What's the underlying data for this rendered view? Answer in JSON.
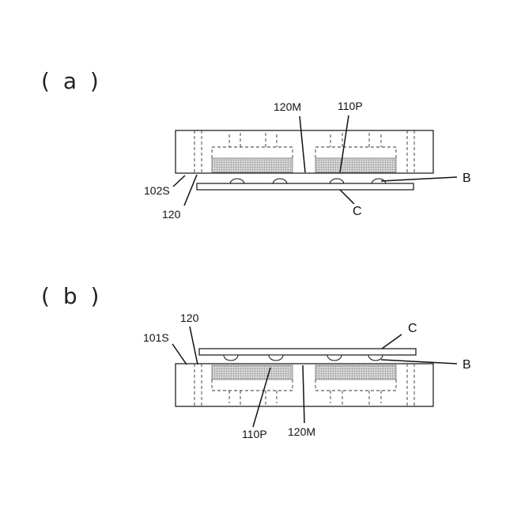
{
  "figure": {
    "panel_a": {
      "label": "( a )",
      "refs": {
        "mark_120M": "120M",
        "mark_110P": "110P",
        "mark_102S": "102S",
        "mark_120": "120",
        "mark_B": "B",
        "mark_C": "C"
      }
    },
    "panel_b": {
      "label": "( b )",
      "refs": {
        "mark_101S": "101S",
        "mark_120": "120",
        "mark_C": "C",
        "mark_B": "B",
        "mark_110P": "110P",
        "mark_120M": "120M"
      }
    }
  }
}
